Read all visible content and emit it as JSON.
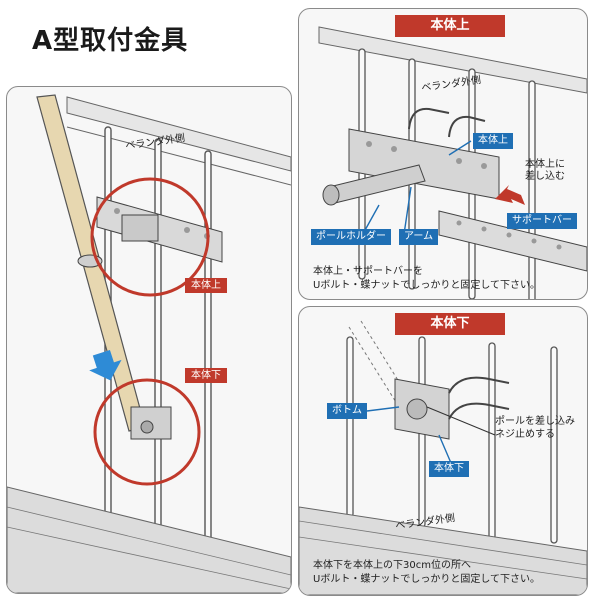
{
  "title": "A型取付金具",
  "left_panel": {
    "balcony_label": "ベランダ外側",
    "tag_top": "本体上",
    "tag_bottom": "本体下"
  },
  "top_right_panel": {
    "header": "本体上",
    "balcony_label": "ベランダ外側",
    "tag_body_top": "本体上",
    "tag_support_bar": "サポートバー",
    "tag_pole_holder": "ポールホルダー",
    "tag_arm": "アーム",
    "insert_note_line1": "本体上に",
    "insert_note_line2": "差し込む",
    "instruction_line1": "本体上・サポートバーを",
    "instruction_line2": "Uボルト・蝶ナットでしっかりと固定して下さい。"
  },
  "bottom_right_panel": {
    "header": "本体下",
    "tag_bottom": "ボトム",
    "tag_body_bottom": "本体下",
    "insert_note_line1": "ポールを差し込み",
    "insert_note_line2": "ネジ止めする",
    "balcony_label": "ベランダ外側",
    "instruction_line1": "本体下を本体上の下30cm位の所へ",
    "instruction_line2": "Uボルト・蝶ナットでしっかりと固定して下さい。"
  },
  "colors": {
    "accent_red": "#c0392b",
    "accent_blue": "#1f6fb4",
    "pole_beige": "#e7d7b0",
    "panel_border": "#8a8a8a"
  }
}
